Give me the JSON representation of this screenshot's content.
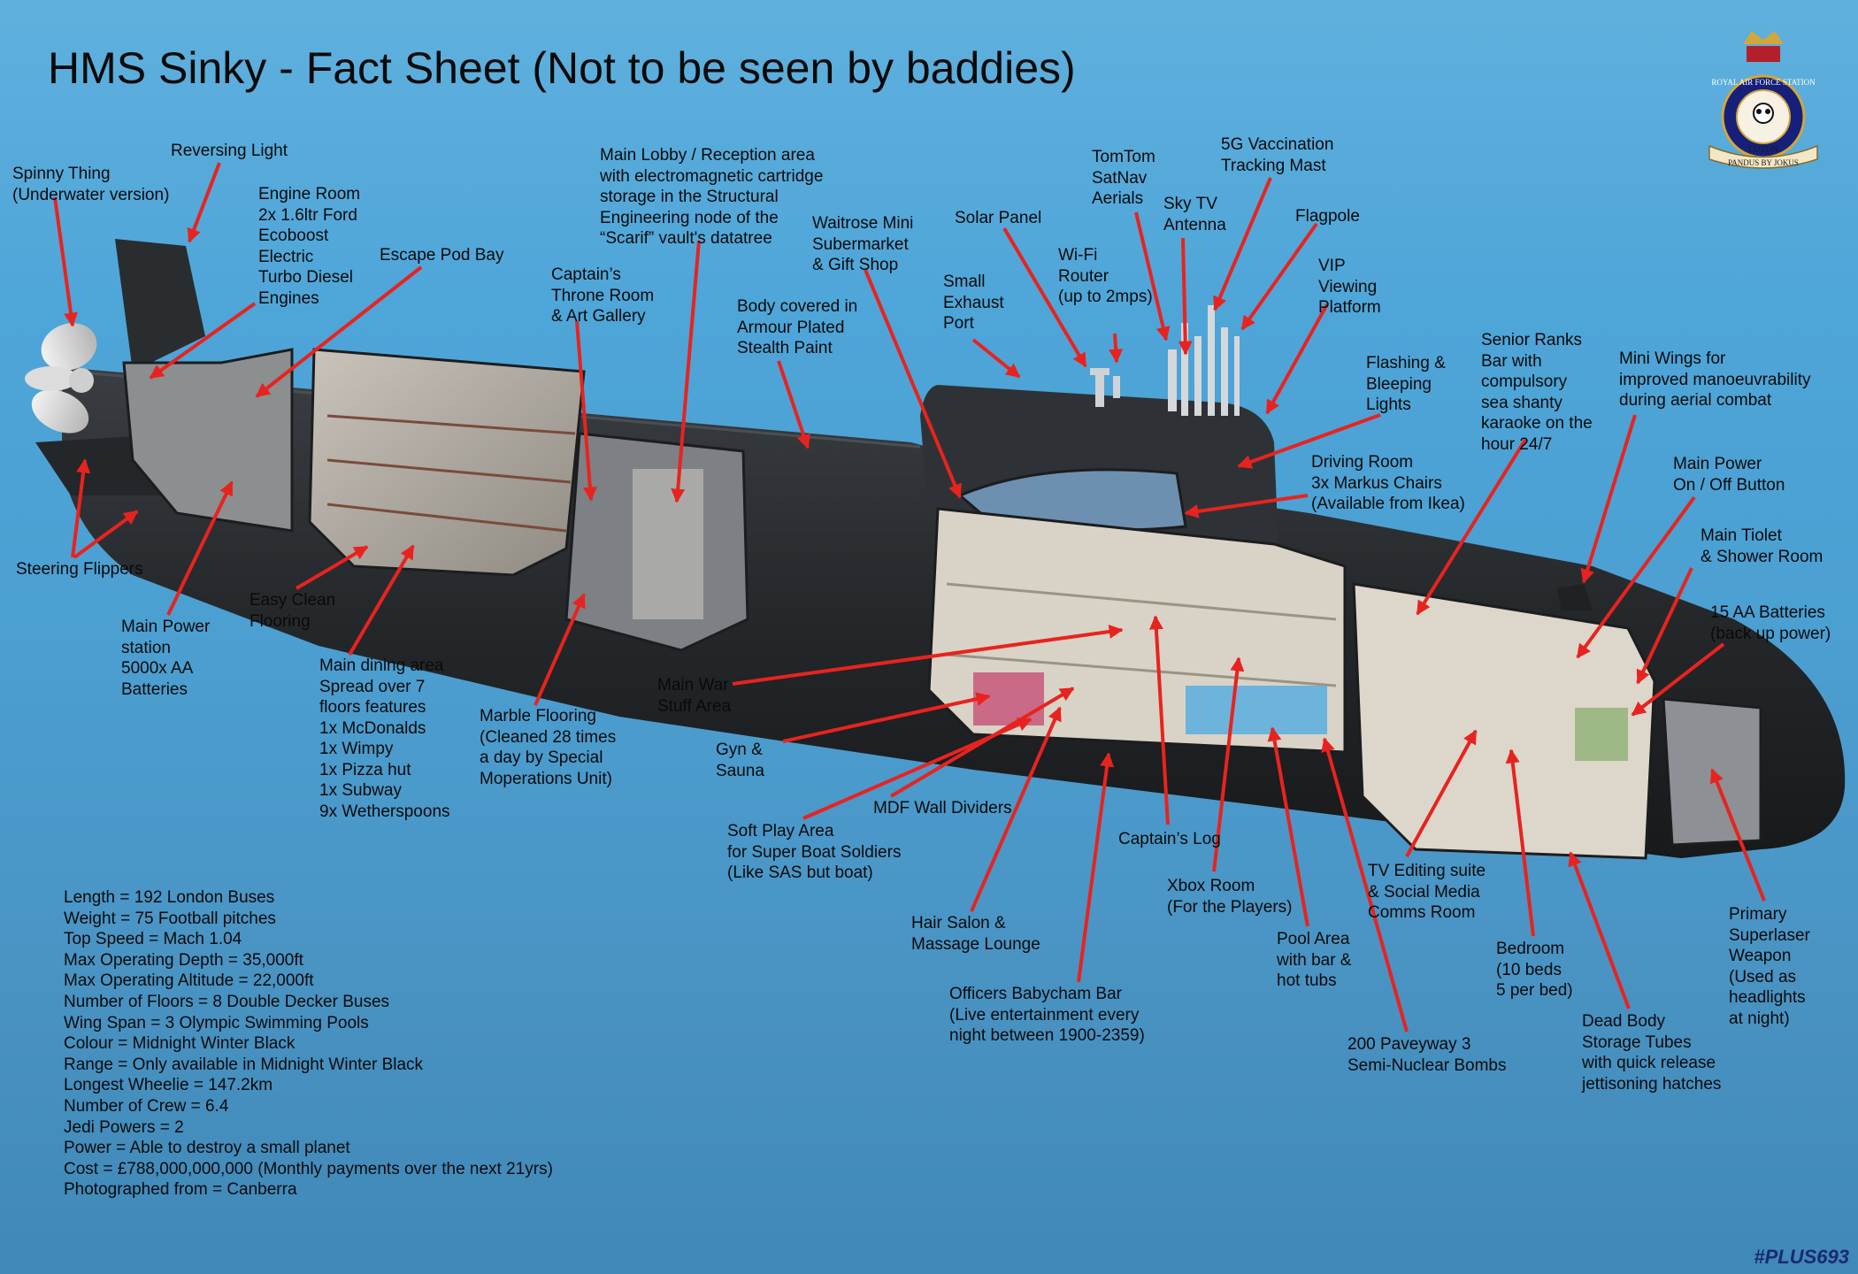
{
  "title": "HMS Sinky - Fact Sheet (Not to be seen by baddies)",
  "labels": {
    "spinny_thing": "Spinny Thing\n(Underwater version)",
    "reversing_light": "Reversing Light",
    "engine_room": "Engine Room\n2x 1.6ltr Ford\nEcoboost\nElectric\nTurbo Diesel\nEngines",
    "escape_pod_bay": "Escape Pod Bay",
    "captains_throne_room": "Captain’s\nThrone Room\n& Art Gallery",
    "main_lobby": "Main Lobby / Reception area\nwith electromagnetic cartridge\nstorage in the Structural\nEngineering node of the\n“Scarif” vault's datatree",
    "body_covered": "Body covered in\nArmour Plated\nStealth Paint",
    "waitrose": "Waitrose Mini\nSubermarket\n& Gift Shop",
    "solar_panel": "Solar Panel",
    "small_exhaust": "Small\nExhaust\nPort",
    "wifi_router": "Wi-Fi\nRouter\n(up to 2mps)",
    "tomtom": "TomTom\nSatNav\nAerials",
    "sky_tv": "Sky TV\nAntenna",
    "vaccination_mast": "5G Vaccination\nTracking Mast",
    "flagpole": "Flagpole",
    "vip_platform": "VIP\nViewing\nPlatform",
    "flashing_lights": "Flashing &\nBleeping\nLights",
    "senior_ranks_bar": "Senior Ranks\nBar with\ncompulsory\nsea shanty\nkaraoke on the\nhour 24/7",
    "mini_wings": "Mini Wings for\nimproved manoeuvrability\nduring aerial combat",
    "driving_room": "Driving Room\n3x Markus Chairs\n(Available from Ikea)",
    "main_power_button": "Main Power\nOn / Off Button",
    "main_toilet": "Main Tiolet\n& Shower Room",
    "aa_batteries_backup": "15 AA Batteries\n(back up power)",
    "steering_flippers": "Steering Flippers",
    "main_power_station": "Main Power\nstation\n5000x AA\nBatteries",
    "easy_clean_flooring": "Easy Clean\nFlooring",
    "main_dining_area": "Main dining area\nSpread over 7\nfloors features\n1x McDonalds\n1x Wimpy\n1x Pizza hut\n1x Subway\n9x Wetherspoons",
    "marble_flooring": "Marble Flooring\n(Cleaned 28 times\na day by Special\nMoperations Unit)",
    "main_war_stuff": "Main War\nStuff Area",
    "gym_sauna": "Gyn &\nSauna",
    "soft_play": "Soft Play Area\nfor Super Boat Soldiers\n(Like SAS but boat)",
    "mdf_wall": "MDF Wall Dividers",
    "hair_salon": "Hair Salon &\nMassage Lounge",
    "officers_bar": "Officers Babycham Bar\n(Live entertainment every\nnight between 1900-2359)",
    "captains_log": "Captain’s Log",
    "xbox_room": "Xbox Room\n(For the Players)",
    "pool_area": "Pool Area\nwith bar &\nhot tubs",
    "paveyway_bombs": "200 Paveyway 3\nSemi-Nuclear Bombs",
    "tv_editing": "TV Editing suite\n& Social Media\nComms Room",
    "bedroom": "Bedroom\n(10 beds\n5 per bed)",
    "dead_body_tubes": "Dead Body\nStorage Tubes\nwith quick release\njettisoning hatches",
    "superlaser": "Primary\nSuperlaser\nWeapon\n(Used as\nheadlights\nat night)"
  },
  "stats": [
    "Length = 192 London Buses",
    "Weight = 75 Football pitches",
    "Top Speed = Mach 1.04",
    "Max Operating Depth = 35,000ft",
    "Max Operating Altitude = 22,000ft",
    "Number of Floors = 8 Double Decker Buses",
    "Wing Span = 3 Olympic Swimming Pools",
    "Colour = Midnight Winter Black",
    "Range = Only available in Midnight Winter Black",
    "Longest Wheelie = 147.2km",
    "Number of Crew = 6.4",
    "Jedi Powers = 2",
    "Power = Able to destroy a small planet",
    "Cost = £788,000,000,000 (Monthly payments over the next 21yrs)",
    "Photographed from = Canberra"
  ],
  "badge": {
    "ring_text": "ROYAL AIR FORCE STATION",
    "scroll_top": "LUTON",
    "scroll_bottom": "PANDUS BY JOKUS"
  },
  "watermark": "#PLUS693",
  "colors": {
    "arrow": "#e8231f",
    "hull": "#2b2e31",
    "water_top": "#5fb0dd",
    "water_bottom": "#3f88b8"
  }
}
